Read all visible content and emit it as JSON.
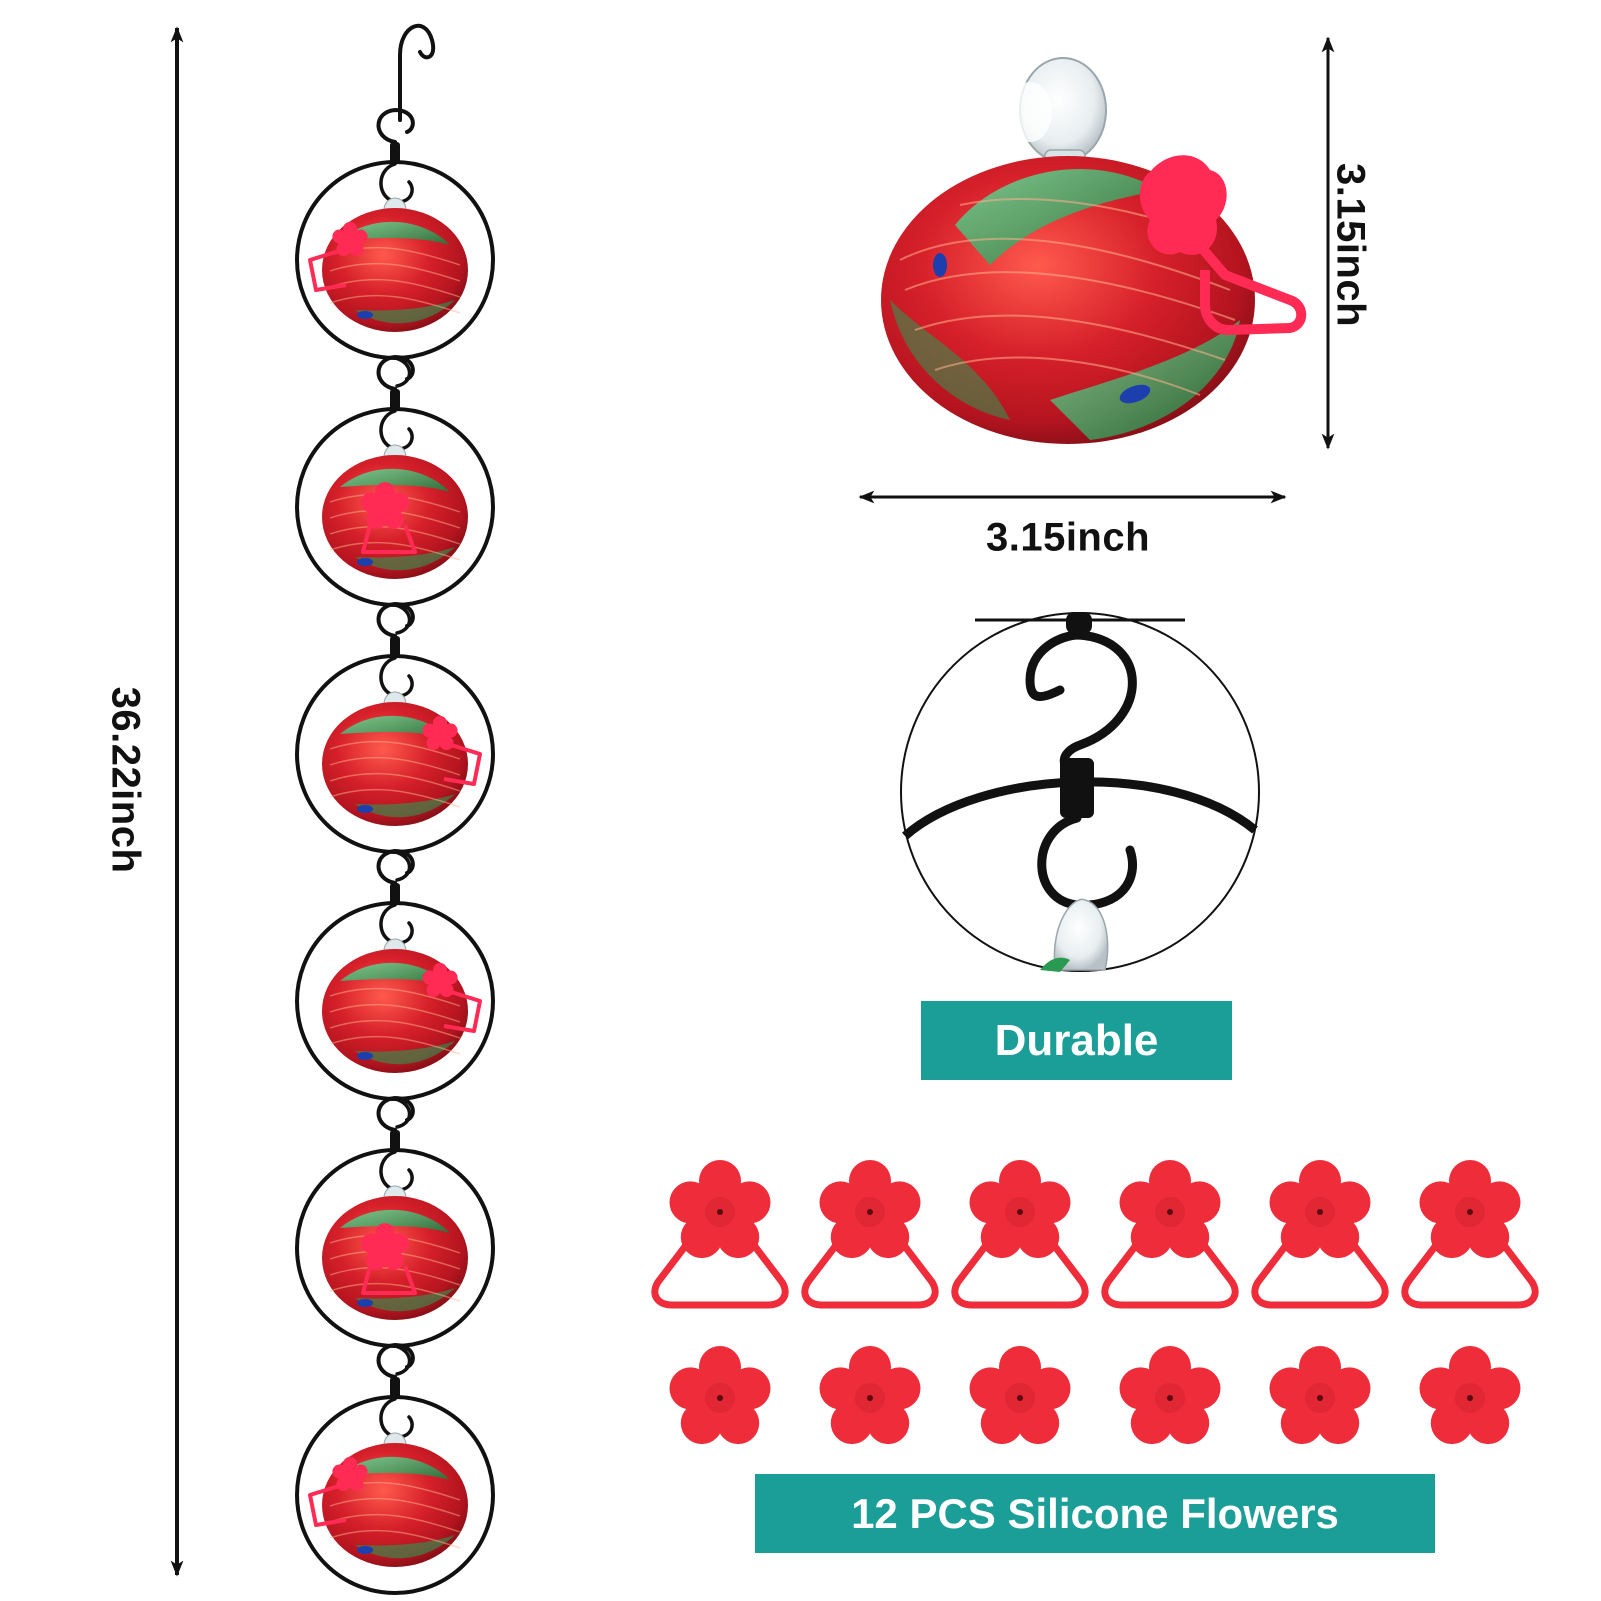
{
  "dimensions": {
    "total_height": "36.22inch",
    "feeder_height": "3.15inch",
    "feeder_width": "3.15inch"
  },
  "features": {
    "durable_label": "Durable",
    "flowers_label": "12 PCS Silicone Flowers"
  },
  "chain": {
    "feeder_count": 6
  },
  "flowers": {
    "with_perch_count": 6,
    "plain_count": 6
  },
  "colors": {
    "banner": "#1a9e97",
    "flower": "#ee2c3a",
    "flower_dark": "#c81e2b",
    "glass_red": "#d6202a",
    "glass_green": "#2a9a52",
    "metal": "#111111",
    "perch": "#ff2b55"
  },
  "icons": {
    "hook": "s-hook-icon",
    "flower": "flower-feeder-port-icon"
  }
}
